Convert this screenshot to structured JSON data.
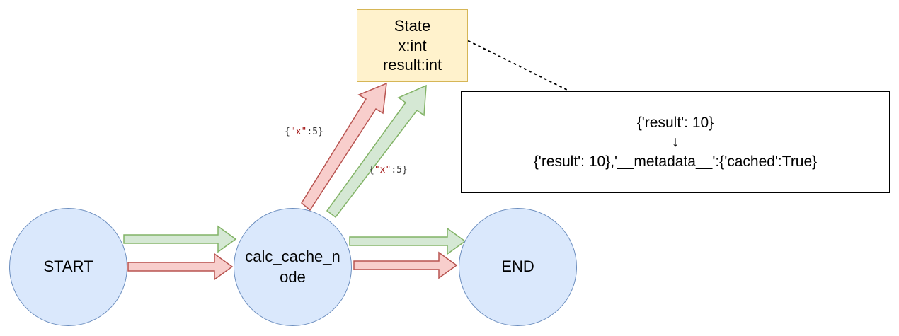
{
  "nodes": {
    "start": {
      "label": "START"
    },
    "calc": {
      "label": "calc_cache_node"
    },
    "end": {
      "label": "END"
    }
  },
  "state": {
    "lines": [
      "State",
      "x:int",
      "result:int"
    ]
  },
  "note": {
    "line1": "{'result': 10}",
    "arrow": "↓",
    "line2": "{'result': 10},'__metadata__':{'cached':True}"
  },
  "edge_labels": {
    "red": {
      "open": "{",
      "key": "\"x\"",
      "rest": ":5}"
    },
    "green": {
      "open": "{",
      "key": "\"x\"",
      "rest": ":5}"
    }
  },
  "colors": {
    "node_fill": "#dae8fc",
    "node_stroke": "#6c8ebf",
    "state_fill": "#fff2cc",
    "state_stroke": "#d6b656",
    "green_arrow_fill": "#d5e8d4",
    "green_arrow_stroke": "#82b366",
    "red_arrow_fill": "#f8cecc",
    "red_arrow_stroke": "#b85450"
  }
}
